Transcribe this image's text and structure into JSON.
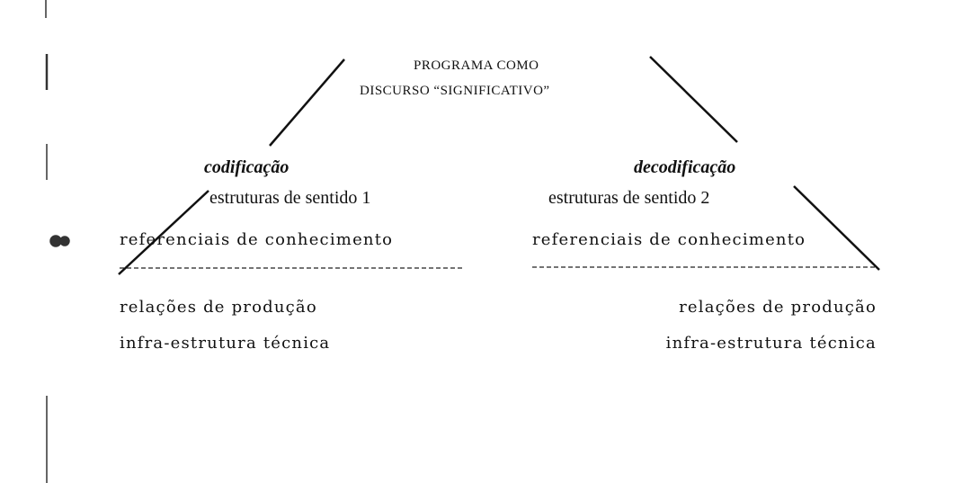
{
  "top": {
    "line1": "PROGRAMA COMO",
    "line2": "DISCURSO “SIGNIFICATIVO”"
  },
  "left": {
    "process": "codificação",
    "structures": "estruturas de sentido 1",
    "frameworks": "referenciais de conhecimento",
    "relations": "relações de produção",
    "infrastructure": "infra-estrutura técnica"
  },
  "right": {
    "process": "decodificação",
    "structures": "estruturas de sentido 2",
    "frameworks": "referenciais de conhecimento",
    "relations": "relações de produção",
    "infrastructure": "infra-estrutura técnica"
  }
}
